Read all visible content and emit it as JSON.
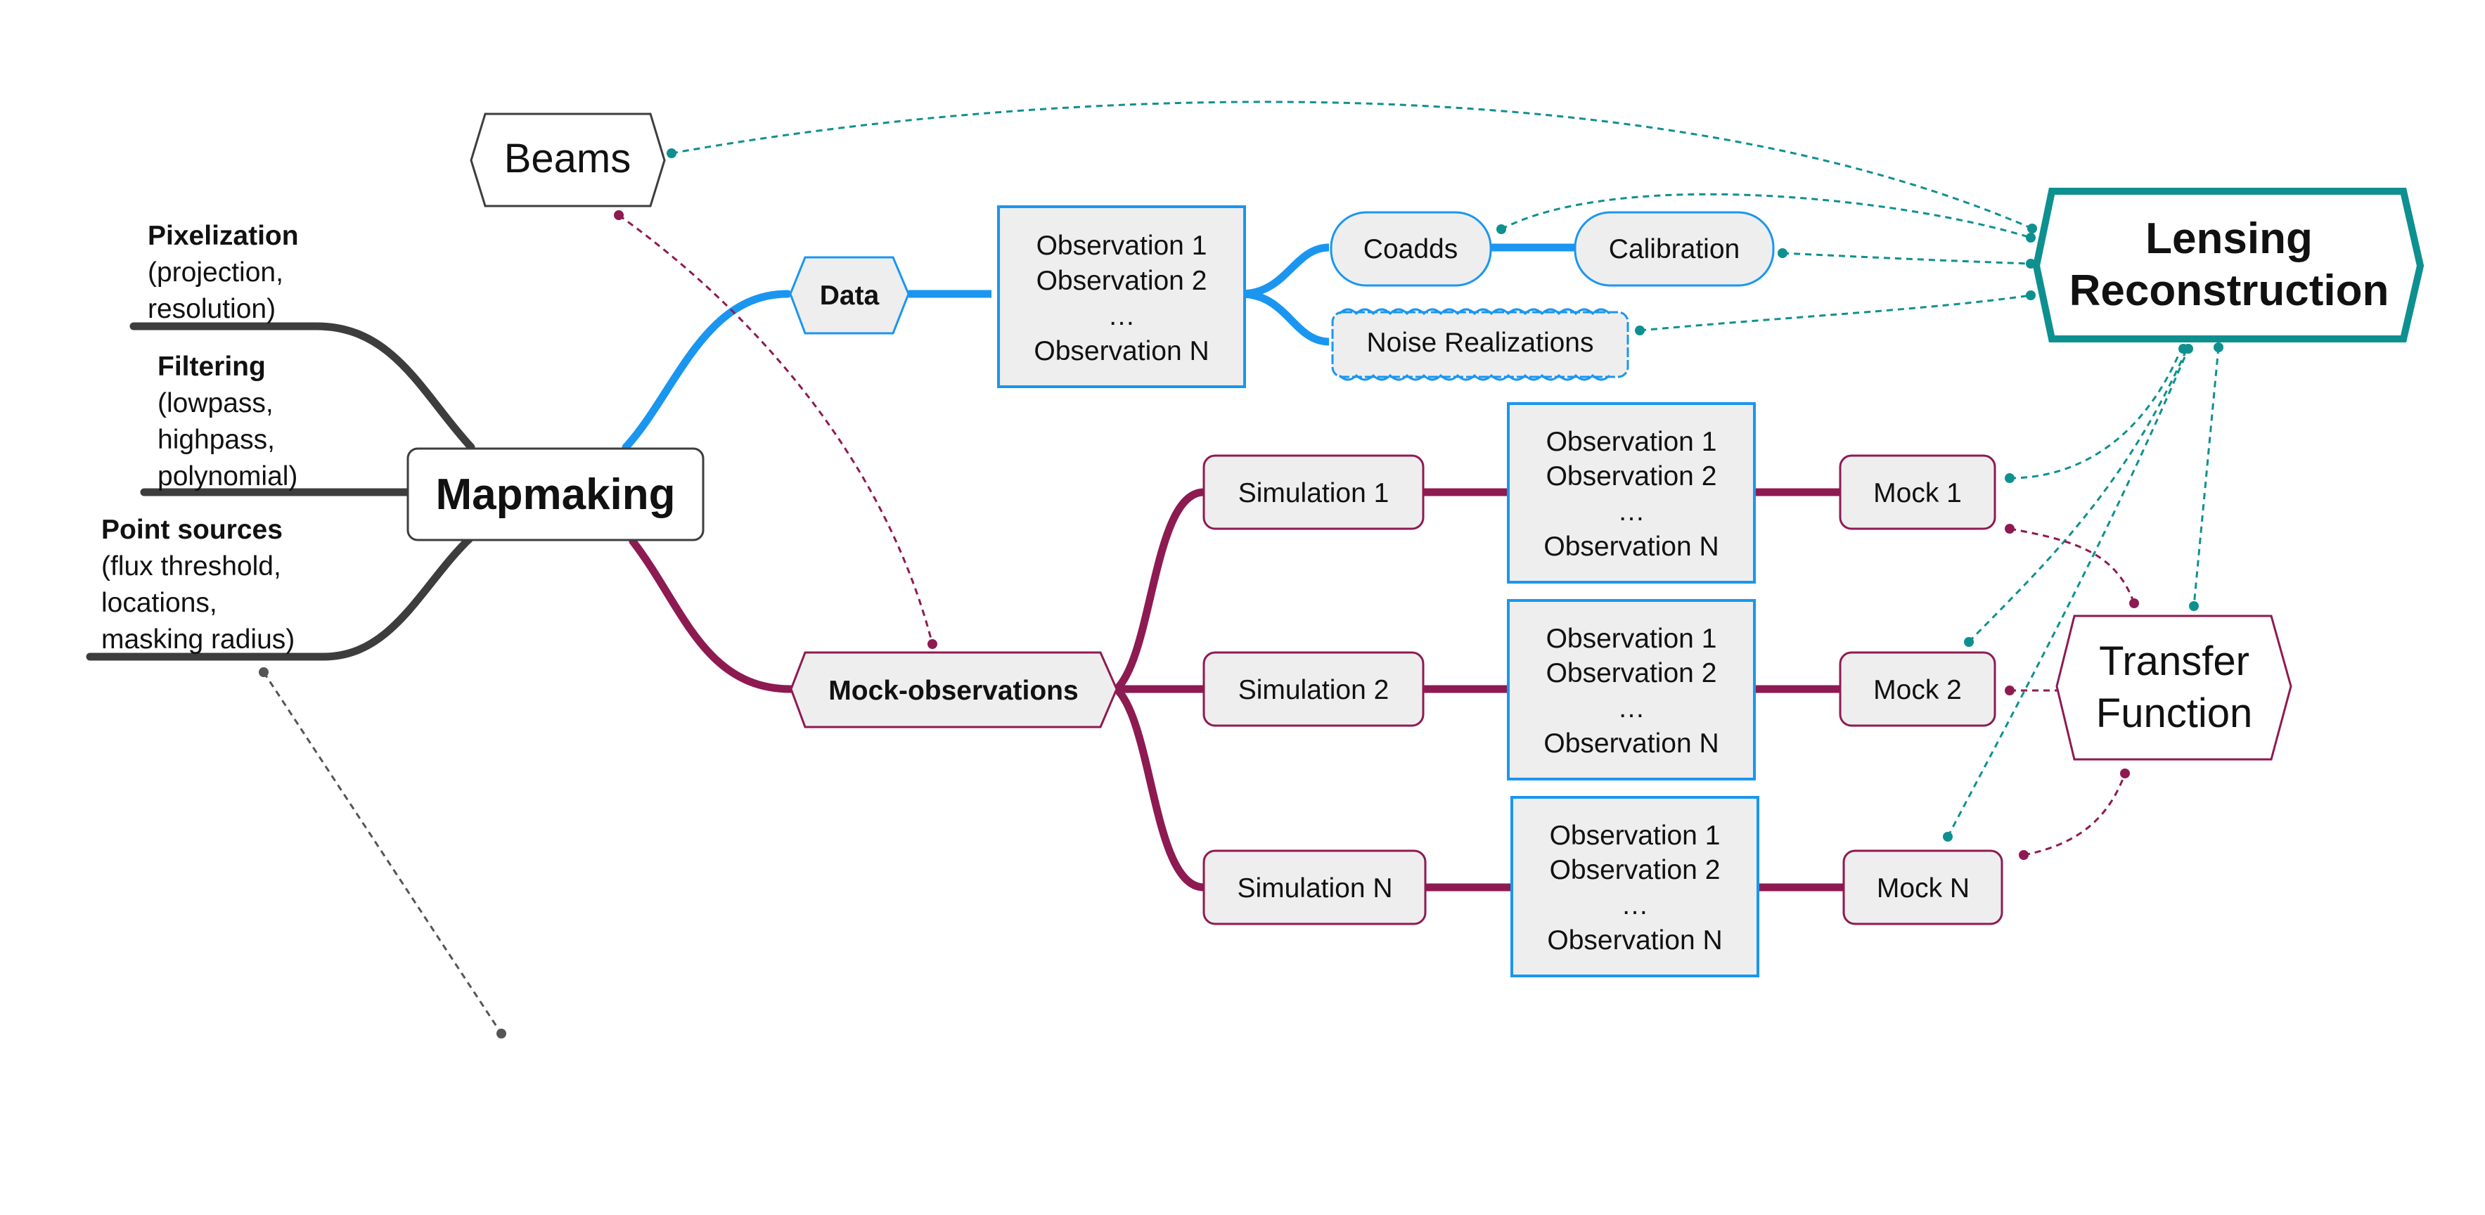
{
  "colors": {
    "data_blue": "#1a96f0",
    "mock_maroon": "#8e1a52",
    "teal": "#0e9090",
    "gray_dark": "#3d3d3d",
    "node_fill": "#eeeeee"
  },
  "nodes": {
    "beams": "Beams",
    "mapmaking": "Mapmaking",
    "data": "Data",
    "mock_observations": "Mock-observations",
    "lensing_line1": "Lensing",
    "lensing_line2": "Reconstruction",
    "transfer_line1": "Transfer",
    "transfer_line2": "Function",
    "coadds": "Coadds",
    "calibration": "Calibration",
    "noise_realizations": "Noise Realizations"
  },
  "observation_list": {
    "line1": "Observation 1",
    "line2": "Observation 2",
    "ellipsis": "…",
    "lineN": "Observation N"
  },
  "simulations": [
    {
      "sim": "Simulation 1",
      "mock": "Mock 1"
    },
    {
      "sim": "Simulation 2",
      "mock": "Mock 2"
    },
    {
      "sim": "Simulation N",
      "mock": "Mock N"
    }
  ],
  "mapmaking_params": [
    {
      "heading": "Pixelization",
      "details": [
        "(projection,",
        "resolution)"
      ]
    },
    {
      "heading": "Filtering",
      "details": [
        "(lowpass,",
        "highpass,",
        "polynomial)"
      ]
    },
    {
      "heading": "Point sources",
      "details": [
        "(flux threshold,",
        "locations,",
        "masking radius)"
      ]
    }
  ]
}
